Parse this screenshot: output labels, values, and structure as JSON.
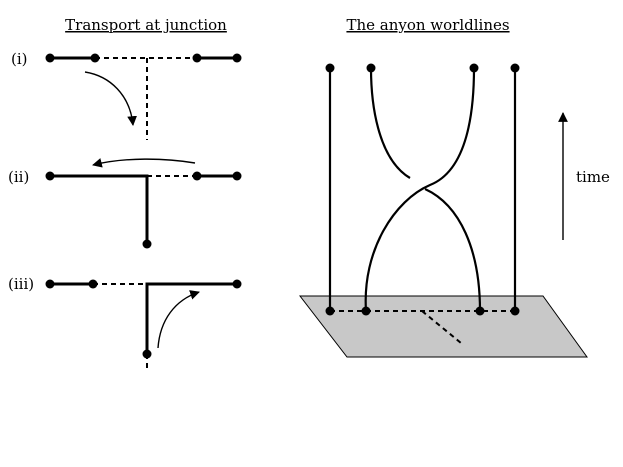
{
  "left_panel": {
    "title": "Transport at junction",
    "steps": [
      {
        "label": "(i)"
      },
      {
        "label": "(ii)"
      },
      {
        "label": "(iii)"
      }
    ]
  },
  "right_panel": {
    "title": "The anyon worldlines",
    "time_label": "time",
    "plane_color": "#c8c8c8"
  }
}
